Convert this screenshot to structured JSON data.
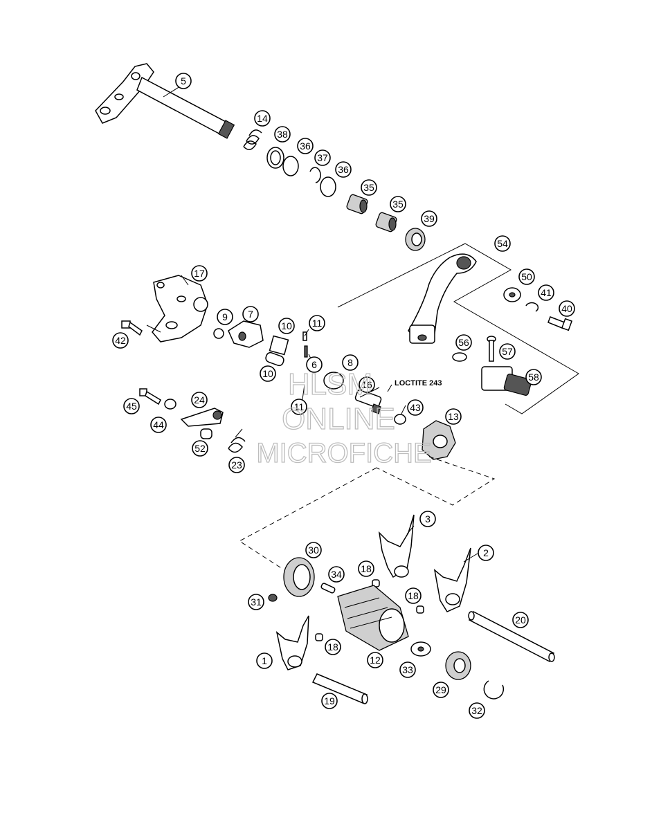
{
  "diagram": {
    "callouts": [
      "5",
      "14",
      "38",
      "36",
      "37",
      "36",
      "35",
      "35",
      "39",
      "54",
      "50",
      "41",
      "40",
      "17",
      "9",
      "7",
      "10",
      "11",
      "42",
      "6",
      "10",
      "8",
      "16",
      "11",
      "43",
      "13",
      "45",
      "24",
      "44",
      "52",
      "23",
      "56",
      "57",
      "58",
      "3",
      "30",
      "34",
      "18",
      "2",
      "18",
      "31",
      "20",
      "1",
      "18",
      "12",
      "33",
      "29",
      "19",
      "32"
    ],
    "note": "LOCTITE 243",
    "watermark": [
      "HLSM",
      "ONLINE",
      "MICROFICHE"
    ]
  }
}
